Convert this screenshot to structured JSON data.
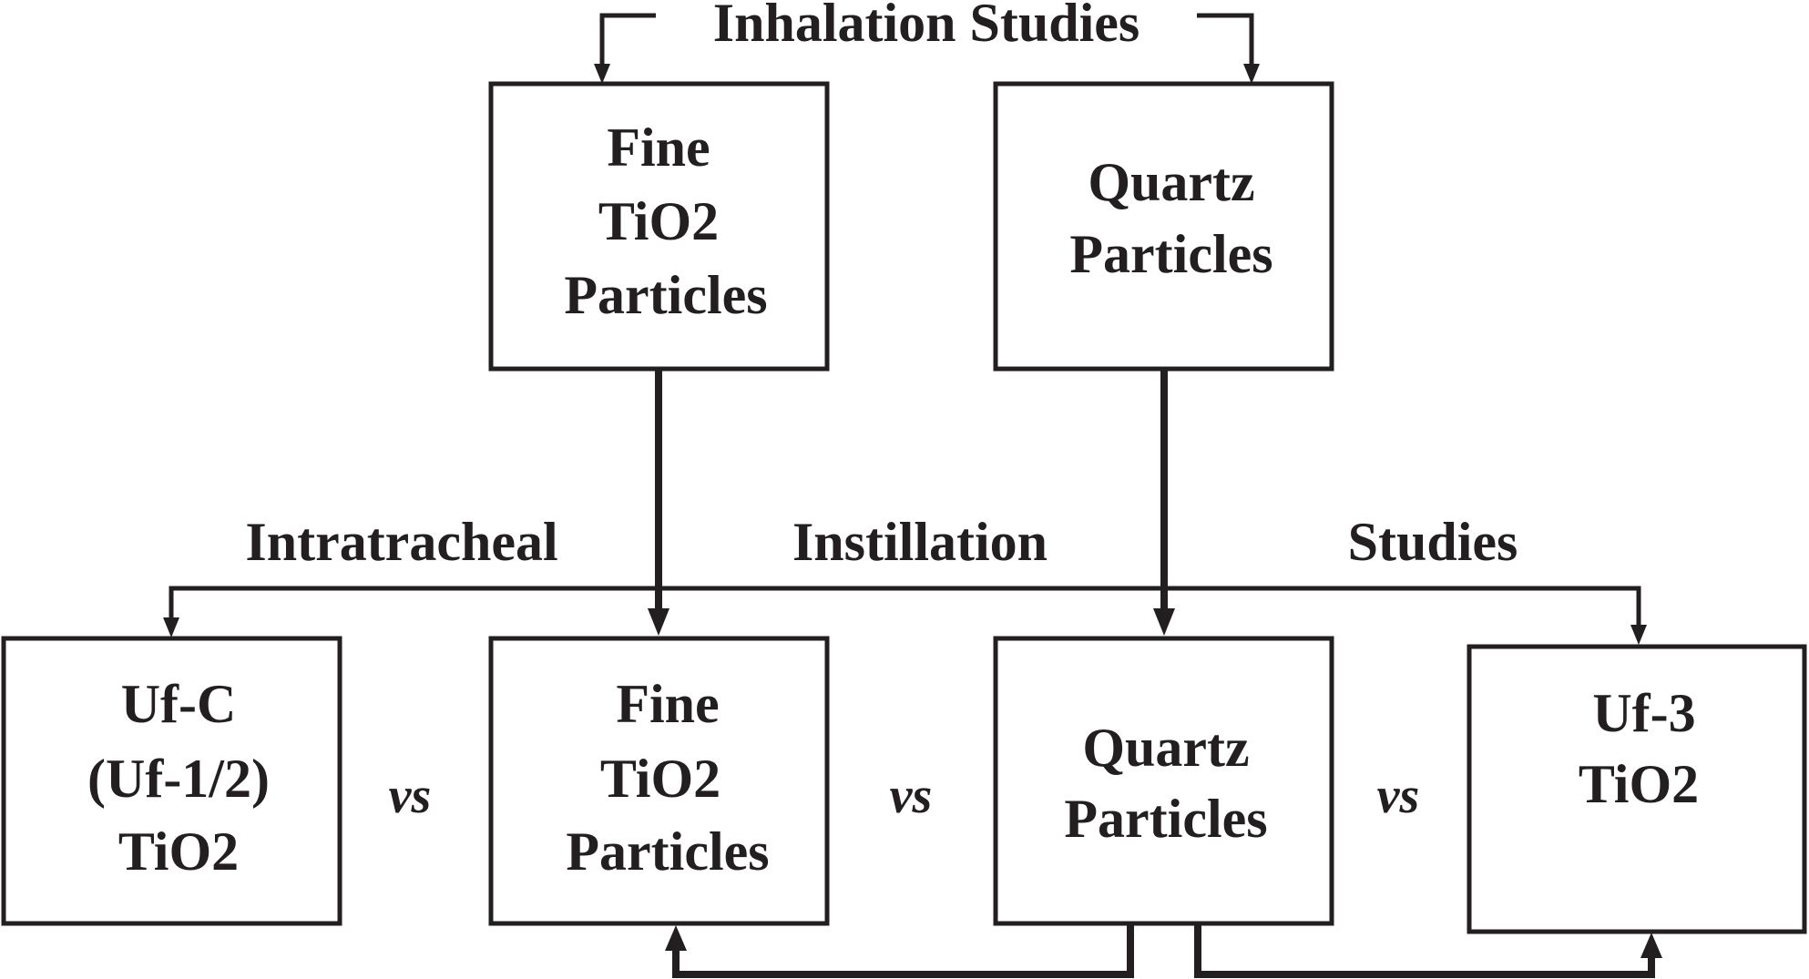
{
  "title": "Inhalation Studies",
  "section_labels": [
    "Intratracheal",
    "Instillation",
    "Studies"
  ],
  "comparator": "vs",
  "top_boxes": [
    {
      "lines": [
        "Fine",
        "TiO2",
        "Particles"
      ]
    },
    {
      "lines": [
        "Quartz",
        "Particles"
      ]
    }
  ],
  "bottom_boxes": [
    {
      "lines": [
        "Uf-C",
        "(Uf-1/2)",
        "TiO2"
      ]
    },
    {
      "lines": [
        "Fine",
        "TiO2",
        "Particles"
      ]
    },
    {
      "lines": [
        "Quartz",
        "Particles"
      ]
    },
    {
      "lines": [
        "Uf-3",
        "TiO2"
      ]
    }
  ]
}
